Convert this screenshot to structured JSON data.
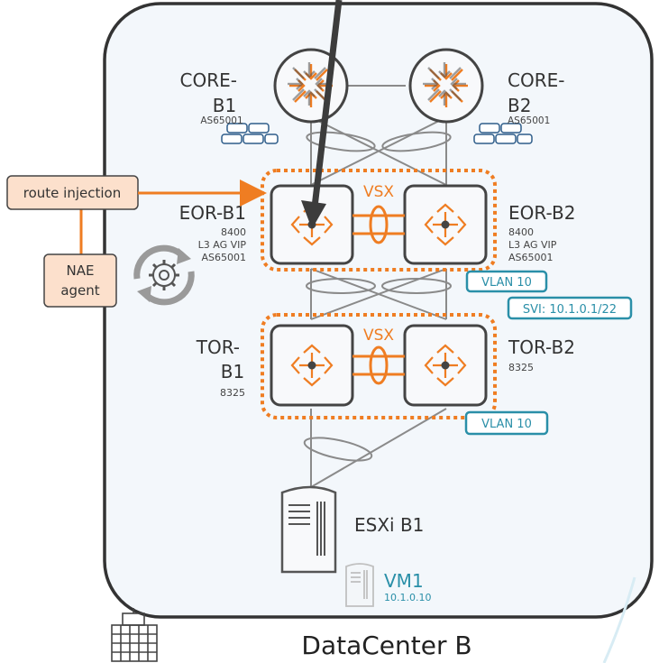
{
  "colors": {
    "orange": "#ef7d22",
    "teal": "#2a8fa8",
    "gray_line": "#8a8a8a",
    "dark_arrow": "#3c3c3c",
    "box_fill": "#f8f9fb",
    "container_fill": "#f3f7fb",
    "peach": "#fce0cc"
  },
  "datacenter": {
    "label": "DataCenter B",
    "icon": "building-icon"
  },
  "core": [
    {
      "name_line1": "CORE-",
      "name_line2": "B1",
      "asn": "AS65001",
      "icon": "router-icon"
    },
    {
      "name_line1": "CORE-",
      "name_line2": "B2",
      "asn": "AS65001",
      "icon": "router-icon"
    }
  ],
  "eor": [
    {
      "name": "EOR-B1",
      "model": "8400",
      "role": "L3 AG VIP",
      "asn": "AS65001",
      "icon": "switch-icon"
    },
    {
      "name": "EOR-B2",
      "model": "8400",
      "role": "L3 AG VIP",
      "asn": "AS65001",
      "icon": "switch-icon"
    }
  ],
  "tor": [
    {
      "name_line1": "TOR-",
      "name_line2": "B1",
      "model": "8325",
      "icon": "switch-icon"
    },
    {
      "name": "TOR-B2",
      "model": "8325",
      "icon": "switch-icon"
    }
  ],
  "vsx_label": "VSX",
  "tags": {
    "vlan_eor": "VLAN 10",
    "svi": "SVI: 10.1.0.1/22",
    "vlan_tor": "VLAN 10"
  },
  "route_injection": "route injection",
  "nae": {
    "line1": "NAE",
    "line2": "agent",
    "icon": "gear-sync-icon"
  },
  "esxi": {
    "label": "ESXi B1",
    "icon": "server-icon"
  },
  "vm": {
    "name": "VM1",
    "ip": "10.1.0.10",
    "icon": "server-icon"
  }
}
